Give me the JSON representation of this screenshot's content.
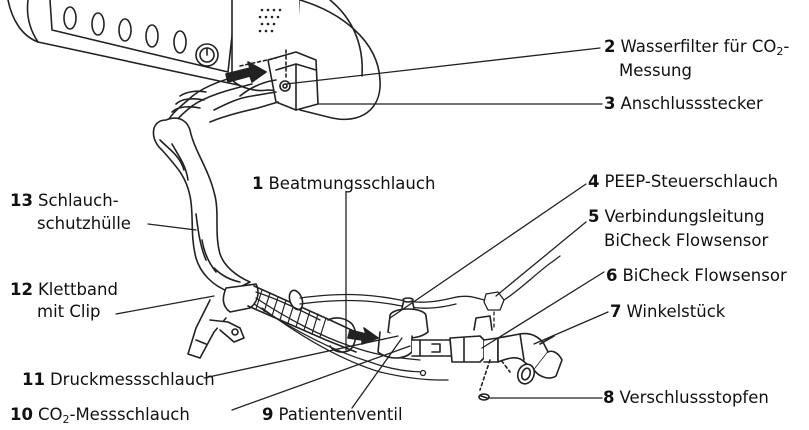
{
  "labels": [
    {
      "id": "2",
      "num": "2",
      "line1_a": "Wasserfilter für CO",
      "line1_sub": "2",
      "line1_b": "-",
      "line2": "Messung"
    },
    {
      "id": "3",
      "num": "3",
      "line1": "Anschlussstecker"
    },
    {
      "id": "1",
      "num": "1",
      "line1": "Beatmungsschlauch"
    },
    {
      "id": "4",
      "num": "4",
      "line1": "PEEP-Steuerschlauch"
    },
    {
      "id": "5",
      "num": "5",
      "line1": "Verbindungsleitung",
      "line2": "BiCheck Flowsensor"
    },
    {
      "id": "6",
      "num": "6",
      "line1": "BiCheck Flowsensor"
    },
    {
      "id": "7",
      "num": "7",
      "line1": "Winkelstück"
    },
    {
      "id": "8",
      "num": "8",
      "line1": "Verschlussstopfen"
    },
    {
      "id": "9",
      "num": "9",
      "line1": "Patientenventil"
    },
    {
      "id": "10",
      "num": "10",
      "line1_a": "CO",
      "line1_sub": "2",
      "line1_b": "-Messschlauch"
    },
    {
      "id": "11",
      "num": "11",
      "line1": "Druckmessschlauch"
    },
    {
      "id": "12",
      "num": "12",
      "line1": "Klettband",
      "line2": "mit Clip"
    },
    {
      "id": "13",
      "num": "13",
      "line1": "Schlauch-",
      "line2": "schutzhülle"
    }
  ]
}
